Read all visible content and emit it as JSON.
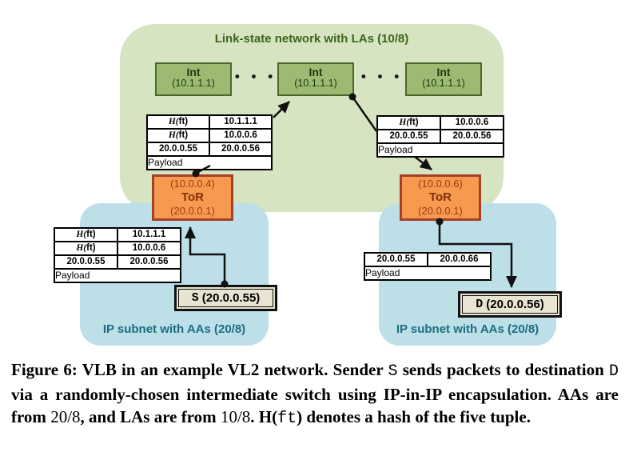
{
  "diagram": {
    "link_state_label": "Link-state network with LAs (10/8)",
    "dots": "• • •",
    "int_switches": [
      {
        "name": "Int",
        "address": "(10.1.1.1)"
      },
      {
        "name": "Int",
        "address": "(10.1.1.1)"
      },
      {
        "name": "Int",
        "address": "(10.1.1.1)"
      }
    ],
    "tor_left": {
      "la": "(10.0.0.4)",
      "name": "ToR",
      "aa": "(20.0.0.1)"
    },
    "tor_right": {
      "la": "(10.0.0.6)",
      "name": "ToR",
      "aa": "(20.0.0.1)"
    },
    "server_s": {
      "letter": "S",
      "address": "(20.0.0.55)"
    },
    "server_d": {
      "letter": "D",
      "address": "(20.0.0.56)"
    },
    "subnet_left_label": "IP subnet with AAs (20/8)",
    "subnet_right_label": "IP subnet with AAs (20/8)",
    "packets": {
      "top_left": {
        "rows": [
          [
            "H(ft)",
            "10.1.1.1"
          ],
          [
            "H(ft)",
            "10.0.0.6"
          ],
          [
            "20.0.0.55",
            "20.0.0.56"
          ]
        ],
        "payload": "Payload"
      },
      "top_right": {
        "rows": [
          [
            "H(ft)",
            "10.0.0.6"
          ],
          [
            "20.0.0.55",
            "20.0.0.56"
          ]
        ],
        "payload": "Payload"
      },
      "bottom_left": {
        "rows": [
          [
            "H(ft)",
            "10.1.1.1"
          ],
          [
            "H(ft)",
            "10.0.0.6"
          ],
          [
            "20.0.0.55",
            "20.0.0.56"
          ]
        ],
        "payload": "Payload"
      },
      "bottom_right": {
        "rows": [
          [
            "20.0.0.55",
            "20.0.0.66"
          ]
        ],
        "payload": "Payload"
      }
    },
    "colors": {
      "network_fill": "#d7e4c2",
      "network_title": "#3c641c",
      "int_fill": "#9cba72",
      "int_border": "#4a682c",
      "tor_fill": "#f79a4f",
      "tor_border": "#a43f28",
      "tor_text": "#9a3c14",
      "subnet_fill": "#bcdfe8",
      "subnet_text": "#1c6d80",
      "server_fill": "#e9e4d2"
    }
  },
  "caption": {
    "segments": [
      "Figure 6: VLB in an example VL2 network. Sender ",
      "S",
      " sends packets to destination ",
      "D",
      " via a randomly-chosen intermediate switch using IP-in-IP encapsulation.  AAs are from ",
      "20/8",
      ", and LAs are from ",
      "10/8",
      ". H(",
      "ft",
      ") denotes a hash of the five tuple."
    ]
  }
}
